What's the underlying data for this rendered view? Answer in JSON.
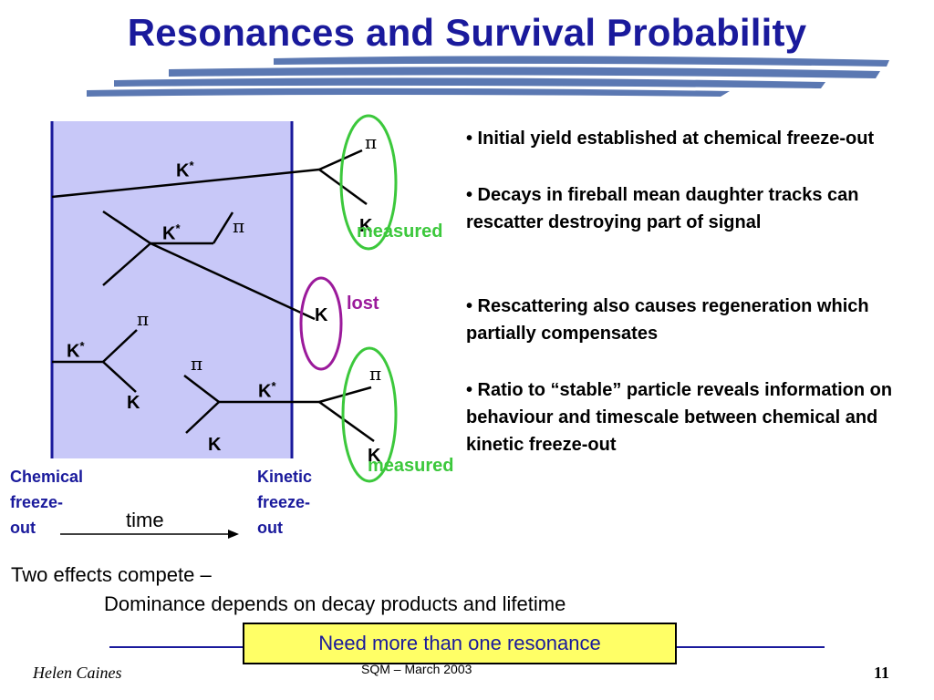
{
  "slide": {
    "title": "Resonances and Survival Probability",
    "accent_color": "#1a1a9c"
  },
  "diagram": {
    "fireball_color": "#c8c8f8",
    "kstar_label": "K",
    "star": "*",
    "pi_symbol": "π",
    "kaon_label": "K",
    "measured_label": "measured",
    "lost_label": "lost",
    "measured_color": "#3cc83c",
    "lost_color": "#9b1a9b",
    "chemical_freezeout": [
      "Chemical",
      "freeze-",
      "out"
    ],
    "kinetic_freezeout": [
      "Kinetic",
      "freeze-",
      "out"
    ],
    "time_label": "time"
  },
  "bullets": [
    "•  Initial yield established at chemical freeze-out",
    "• Decays in fireball mean  daughter tracks can rescatter destroying part of signal",
    "• Rescattering also causes regeneration which partially compensates",
    "•  Ratio to “stable” particle reveals information on behaviour and timescale between chemical and kinetic freeze-out"
  ],
  "summary": {
    "line1": "Two effects compete –",
    "line2": "Dominance depends on decay products and lifetime"
  },
  "callout": {
    "text": "Need more than one resonance",
    "background": "#ffff66"
  },
  "footer": {
    "author": "Helen Caines",
    "conference": "SQM  – March 2003",
    "page_number": "11"
  }
}
